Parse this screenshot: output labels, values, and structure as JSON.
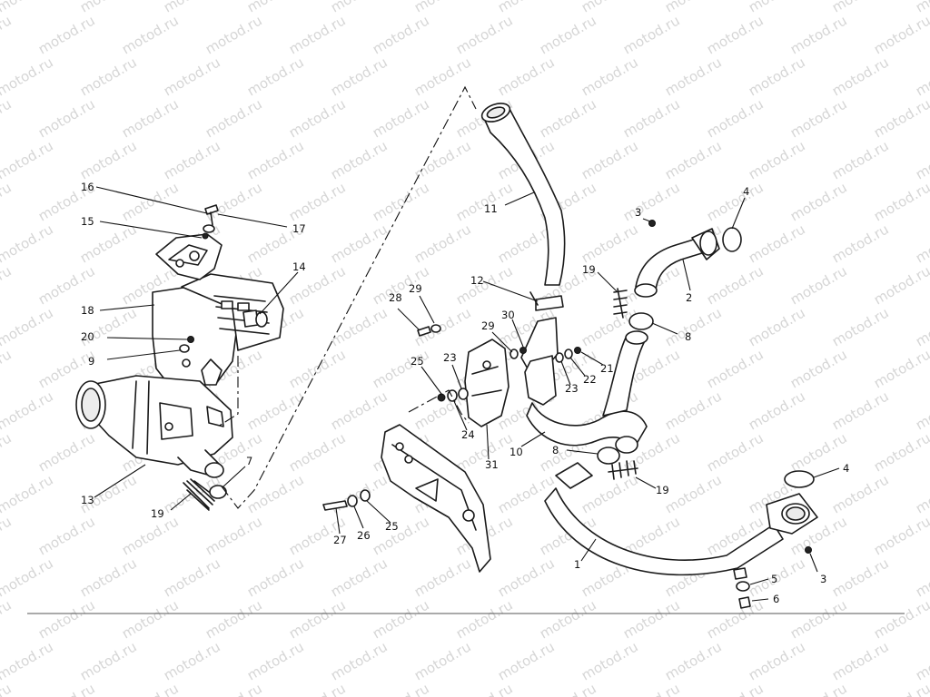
{
  "watermark": "motod.ru",
  "diagram": {
    "callouts": [
      {
        "id": "1",
        "label": "1"
      },
      {
        "id": "2",
        "label": "2"
      },
      {
        "id": "3a",
        "label": "3"
      },
      {
        "id": "3b",
        "label": "3"
      },
      {
        "id": "4a",
        "label": "4"
      },
      {
        "id": "4b",
        "label": "4"
      },
      {
        "id": "5",
        "label": "5"
      },
      {
        "id": "6",
        "label": "6"
      },
      {
        "id": "7",
        "label": "7"
      },
      {
        "id": "8a",
        "label": "8"
      },
      {
        "id": "8b",
        "label": "8"
      },
      {
        "id": "9",
        "label": "9"
      },
      {
        "id": "10",
        "label": "10"
      },
      {
        "id": "11",
        "label": "11"
      },
      {
        "id": "12",
        "label": "12"
      },
      {
        "id": "13",
        "label": "13"
      },
      {
        "id": "14",
        "label": "14"
      },
      {
        "id": "15",
        "label": "15"
      },
      {
        "id": "16",
        "label": "16"
      },
      {
        "id": "17",
        "label": "17"
      },
      {
        "id": "18",
        "label": "18"
      },
      {
        "id": "19a",
        "label": "19"
      },
      {
        "id": "19b",
        "label": "19"
      },
      {
        "id": "19c",
        "label": "19"
      },
      {
        "id": "20",
        "label": "20"
      },
      {
        "id": "21",
        "label": "21"
      },
      {
        "id": "22",
        "label": "22"
      },
      {
        "id": "23a",
        "label": "23"
      },
      {
        "id": "23b",
        "label": "23"
      },
      {
        "id": "24",
        "label": "24"
      },
      {
        "id": "25a",
        "label": "25"
      },
      {
        "id": "25b",
        "label": "25"
      },
      {
        "id": "26",
        "label": "26"
      },
      {
        "id": "27",
        "label": "27"
      },
      {
        "id": "28",
        "label": "28"
      },
      {
        "id": "29a",
        "label": "29"
      },
      {
        "id": "29b",
        "label": "29"
      },
      {
        "id": "30",
        "label": "30"
      },
      {
        "id": "31",
        "label": "31"
      }
    ]
  }
}
